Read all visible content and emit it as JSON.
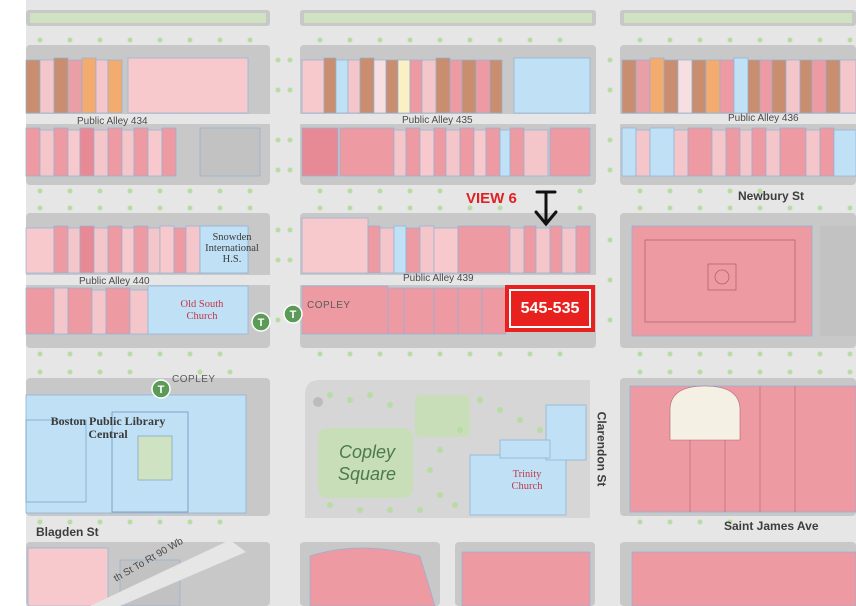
{
  "labels": {
    "newbury_st": "Newbury St",
    "clarendon_st": "Clarendon St",
    "saint_james_ave": "Saint James Ave",
    "blagden_st": "Blagden St",
    "ramp": "th St To Rt 90 Wb",
    "alley_434": "Public Alley 434",
    "alley_435": "Public Alley 435",
    "alley_436": "Public Alley 436",
    "alley_439": "Public Alley 439",
    "alley_440": "Public Alley 440",
    "snowden": "Snowden International H.S.",
    "old_south": "Old South Church",
    "bpl": "Boston Public Library Central",
    "trinity": "Trinity Church",
    "copley_square": "Copley Square",
    "station_copley_1": "COPLEY",
    "station_copley_2": "COPLEY"
  },
  "annotation": {
    "view_label": "VIEW 6",
    "address_badge": "545-535",
    "color": "#e8211f"
  },
  "icons": {
    "transit": "T"
  },
  "colors": {
    "road": "#e4e4e4",
    "block": "#c9c9c9",
    "building_pink": "#ee9aa3",
    "building_light_pink": "#f7c9cd",
    "building_blue": "#bfe0f5",
    "park": "#cfe3c3",
    "transit_green": "#5c9a57"
  }
}
